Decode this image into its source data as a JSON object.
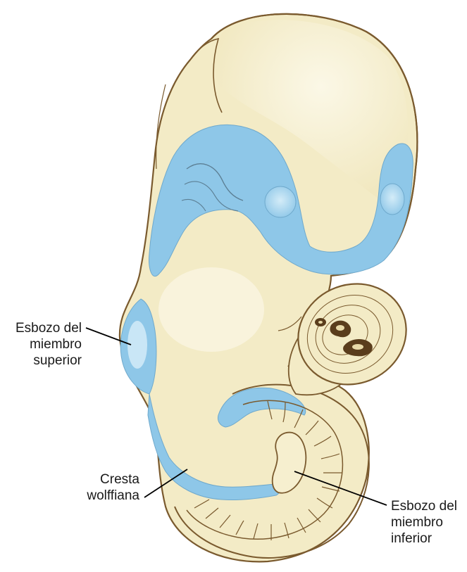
{
  "labels": {
    "upper_limb_bud": [
      "Esbozo del",
      "miembro",
      "superior"
    ],
    "wolffian_ridge": [
      "Cresta",
      "wolffiana"
    ],
    "lower_limb_bud": [
      "Esbozo del",
      "miembro",
      "inferior"
    ]
  },
  "colors": {
    "embryo_fill": "#f3ebc6",
    "embryo_highlight": "#fbf7e6",
    "outline": "#7a5a2e",
    "blue_region": "#8ec7e8",
    "blue_bud": "#b7dcf1",
    "cord_lumen": "#5a3d1c"
  }
}
